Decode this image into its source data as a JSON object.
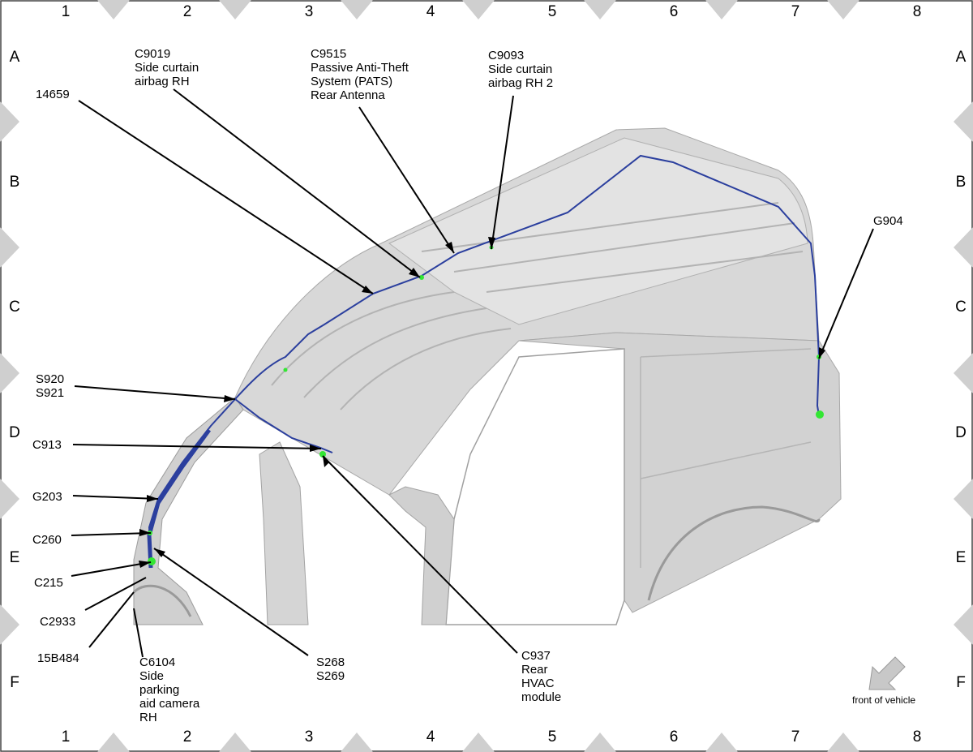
{
  "grid": {
    "columns": [
      "1",
      "2",
      "3",
      "4",
      "5",
      "6",
      "7",
      "8"
    ],
    "rows": [
      "A",
      "B",
      "C",
      "D",
      "E",
      "F"
    ]
  },
  "labels": {
    "c9019": "C9019\nSide curtain\nairbag RH",
    "c9515": "C9515\nPassive Anti-Theft\nSystem (PATS)\nRear Antenna",
    "c9093": "C9093\nSide curtain\nairbag RH 2",
    "l14659": "14659",
    "g904": "G904",
    "s920": "S920\nS921",
    "c913": "C913",
    "g203": "G203",
    "c260": "C260",
    "c215": "C215",
    "c2933": "C2933",
    "l15b484": "15B484",
    "c6104": "C6104\nSide\nparking\naid camera\nRH",
    "s268": "S268\nS269",
    "c937": "C937\nRear\nHVAC\nmodule"
  },
  "front_of_vehicle": "front of vehicle",
  "colors": {
    "body": "#d6d6d6",
    "body_dark": "#b9b9b9",
    "harness": "#2b3f9e",
    "connector": "#33e633",
    "border_diamond": "#cfcfcf"
  }
}
